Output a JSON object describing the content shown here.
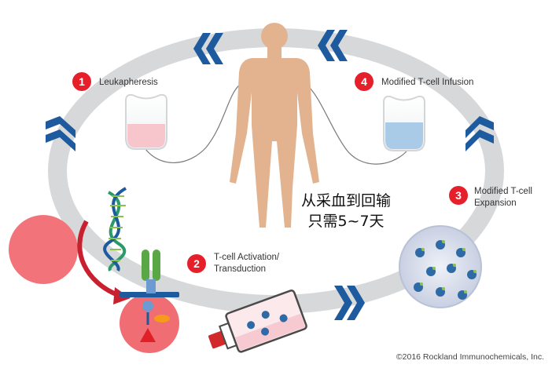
{
  "steps": [
    {
      "number": "1",
      "label": "Leukapheresis"
    },
    {
      "number": "2",
      "label_line1": "T-cell Activation/",
      "label_line2": "Transduction"
    },
    {
      "number": "3",
      "label_line1": "Modified T-cell",
      "label_line2": "Expansion"
    },
    {
      "number": "4",
      "label": "Modified T-cell Infusion"
    }
  ],
  "center_text": {
    "line1": "从采血到回输",
    "line2": "只需5~7天"
  },
  "copyright": "©2016 Rockland Immunochemicals, Inc.",
  "colors": {
    "ring": "#d6d8da",
    "chevron": "#1d5a9e",
    "step_badge": "#e5202a",
    "body": "#e3b38f",
    "blood_bag_liquid": "#f7c5cc",
    "infusion_bag_liquid": "#a9cbe8",
    "red_cell": "#f2737a",
    "arrow": "#c8202f"
  }
}
